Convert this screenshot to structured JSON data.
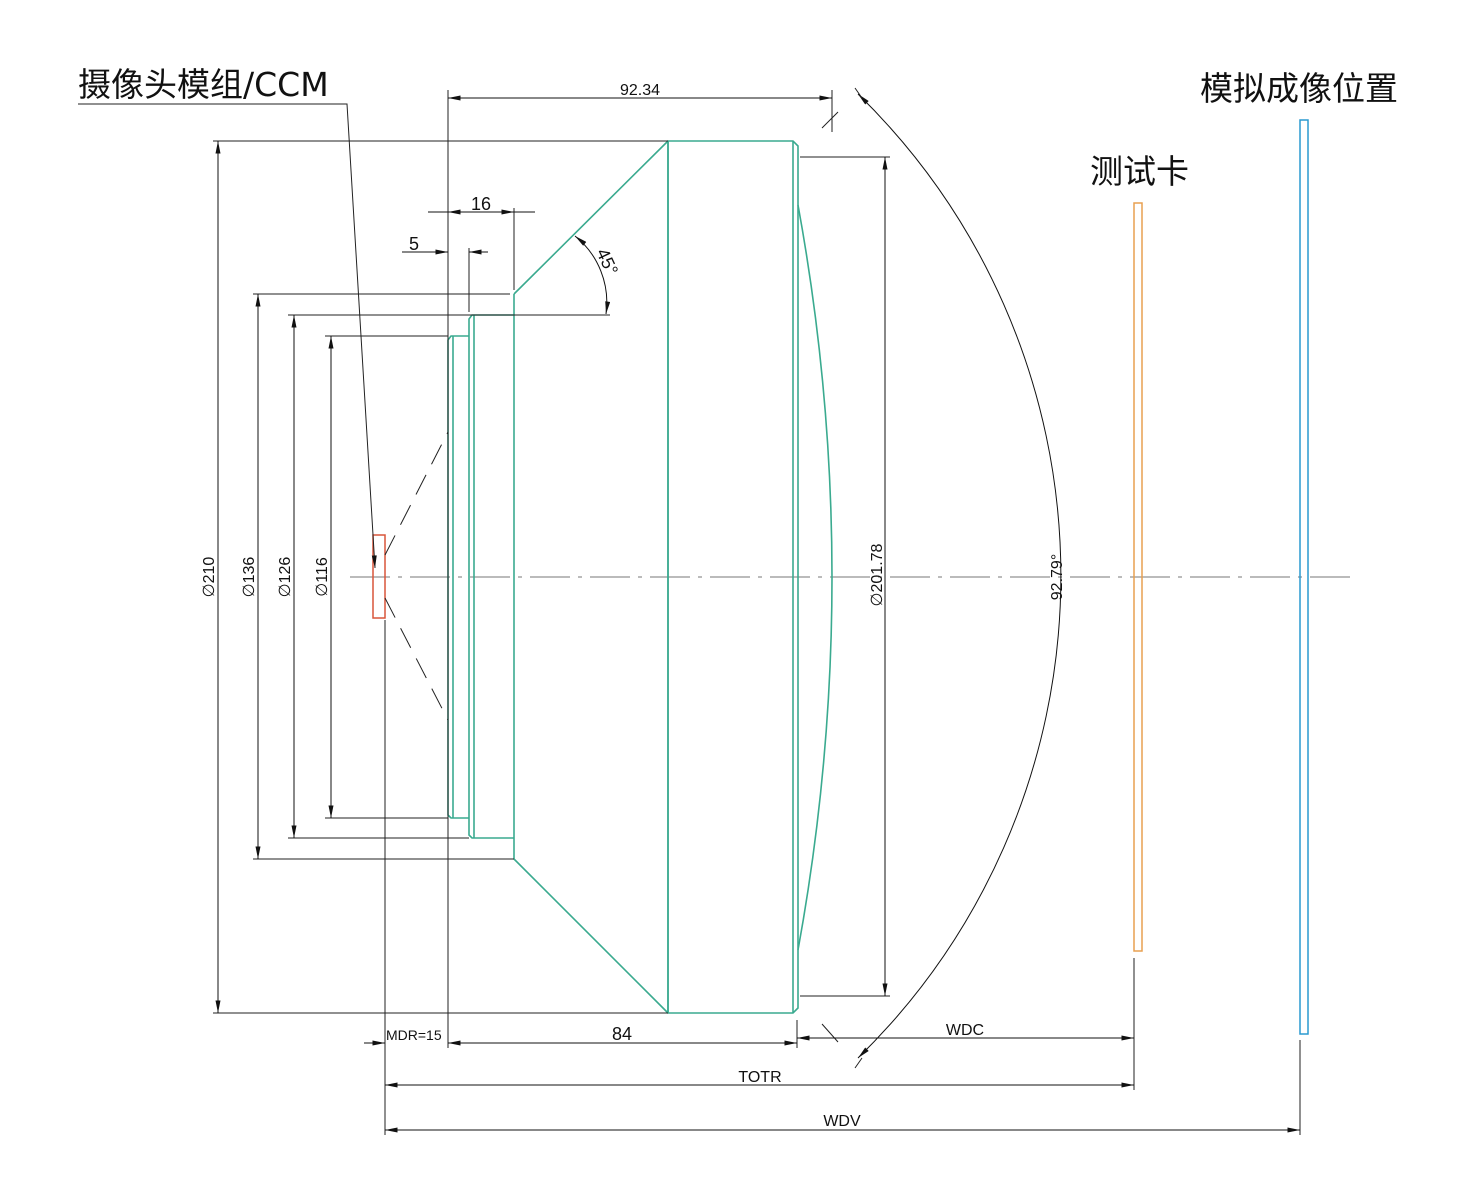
{
  "labels": {
    "camera_module": "摄像头模组/CCM",
    "simulated_image_position": "模拟成像位置",
    "test_card": "测试卡"
  },
  "dimensions": {
    "overall_length": "92.34",
    "step_16": "16",
    "step_5": "5",
    "cone_angle": "45°",
    "dia_210": "∅210",
    "dia_136": "∅136",
    "dia_126": "∅126",
    "dia_116": "∅116",
    "dia_201": "∅201.78",
    "fov": "92.79°",
    "mdr": "MDR=15",
    "body_length": "84",
    "wdc": "WDC",
    "totr": "TOTR",
    "wdv": "WDV"
  },
  "colors": {
    "lens": "#3aaa8f",
    "sensor": "#d9553a",
    "test_card": "#e8a050",
    "image_plane": "#2a9ad0"
  }
}
